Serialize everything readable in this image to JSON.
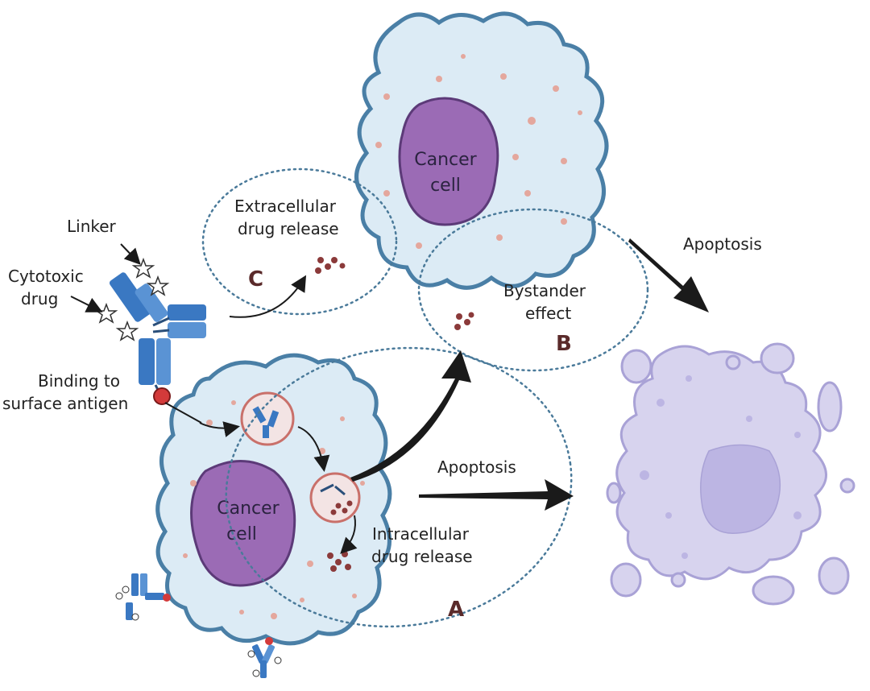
{
  "labels": {
    "linker": "Linker",
    "cytotoxic_line1": "Cytotoxic",
    "cytotoxic_line2": "drug",
    "binding_line1": "Binding to",
    "binding_line2": "surface antigen",
    "extracellular_line1": "Extracellular",
    "extracellular_line2": "drug release",
    "bystander_line1": "Bystander",
    "bystander_line2": "effect",
    "intracellular_line1": "Intracellular",
    "intracellular_line2": "drug release",
    "apoptosis_top": "Apoptosis",
    "apoptosis_mid": "Apoptosis",
    "cancer_top_line1": "Cancer",
    "cancer_top_line2": "cell",
    "cancer_bottom_line1": "Cancer",
    "cancer_bottom_line2": "cell",
    "letter_a": "A",
    "letter_b": "B",
    "letter_c": "C"
  },
  "colors": {
    "cell_fill": "#dcebf5",
    "cell_stroke": "#4a7fa6",
    "nucleus_fill": "#9b6bb5",
    "nucleus_stroke": "#5c3a78",
    "apoptotic_fill": "#d7d3ee",
    "apoptotic_stroke": "#a9a2d6",
    "antibody_blue": "#3a78c2",
    "drug_dot": "#8b3a3a",
    "dotted_circle": "#4a7a9a",
    "arrow": "#1a1a1a"
  }
}
